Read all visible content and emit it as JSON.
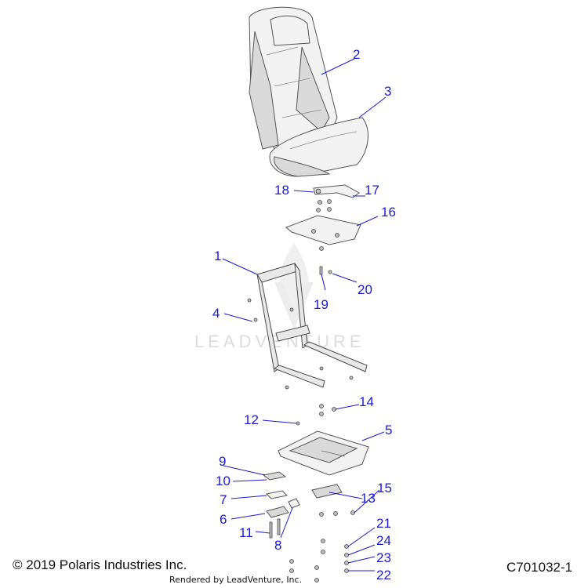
{
  "watermark": "LEADVENTURE",
  "copyright": "© 2019 Polaris Industries Inc.",
  "rendered_by": "Rendered by LeadVenture, Inc.",
  "figure_number": "C701032-1",
  "callouts": [
    "1",
    "2",
    "3",
    "4",
    "5",
    "6",
    "7",
    "8",
    "9",
    "10",
    "11",
    "12",
    "13",
    "14",
    "15",
    "16",
    "17",
    "18",
    "19",
    "20",
    "21",
    "22",
    "23",
    "24"
  ],
  "colors": {
    "callout": "#1a1ad6",
    "line_art": "#555555",
    "watermark": "#dcdcdc"
  }
}
